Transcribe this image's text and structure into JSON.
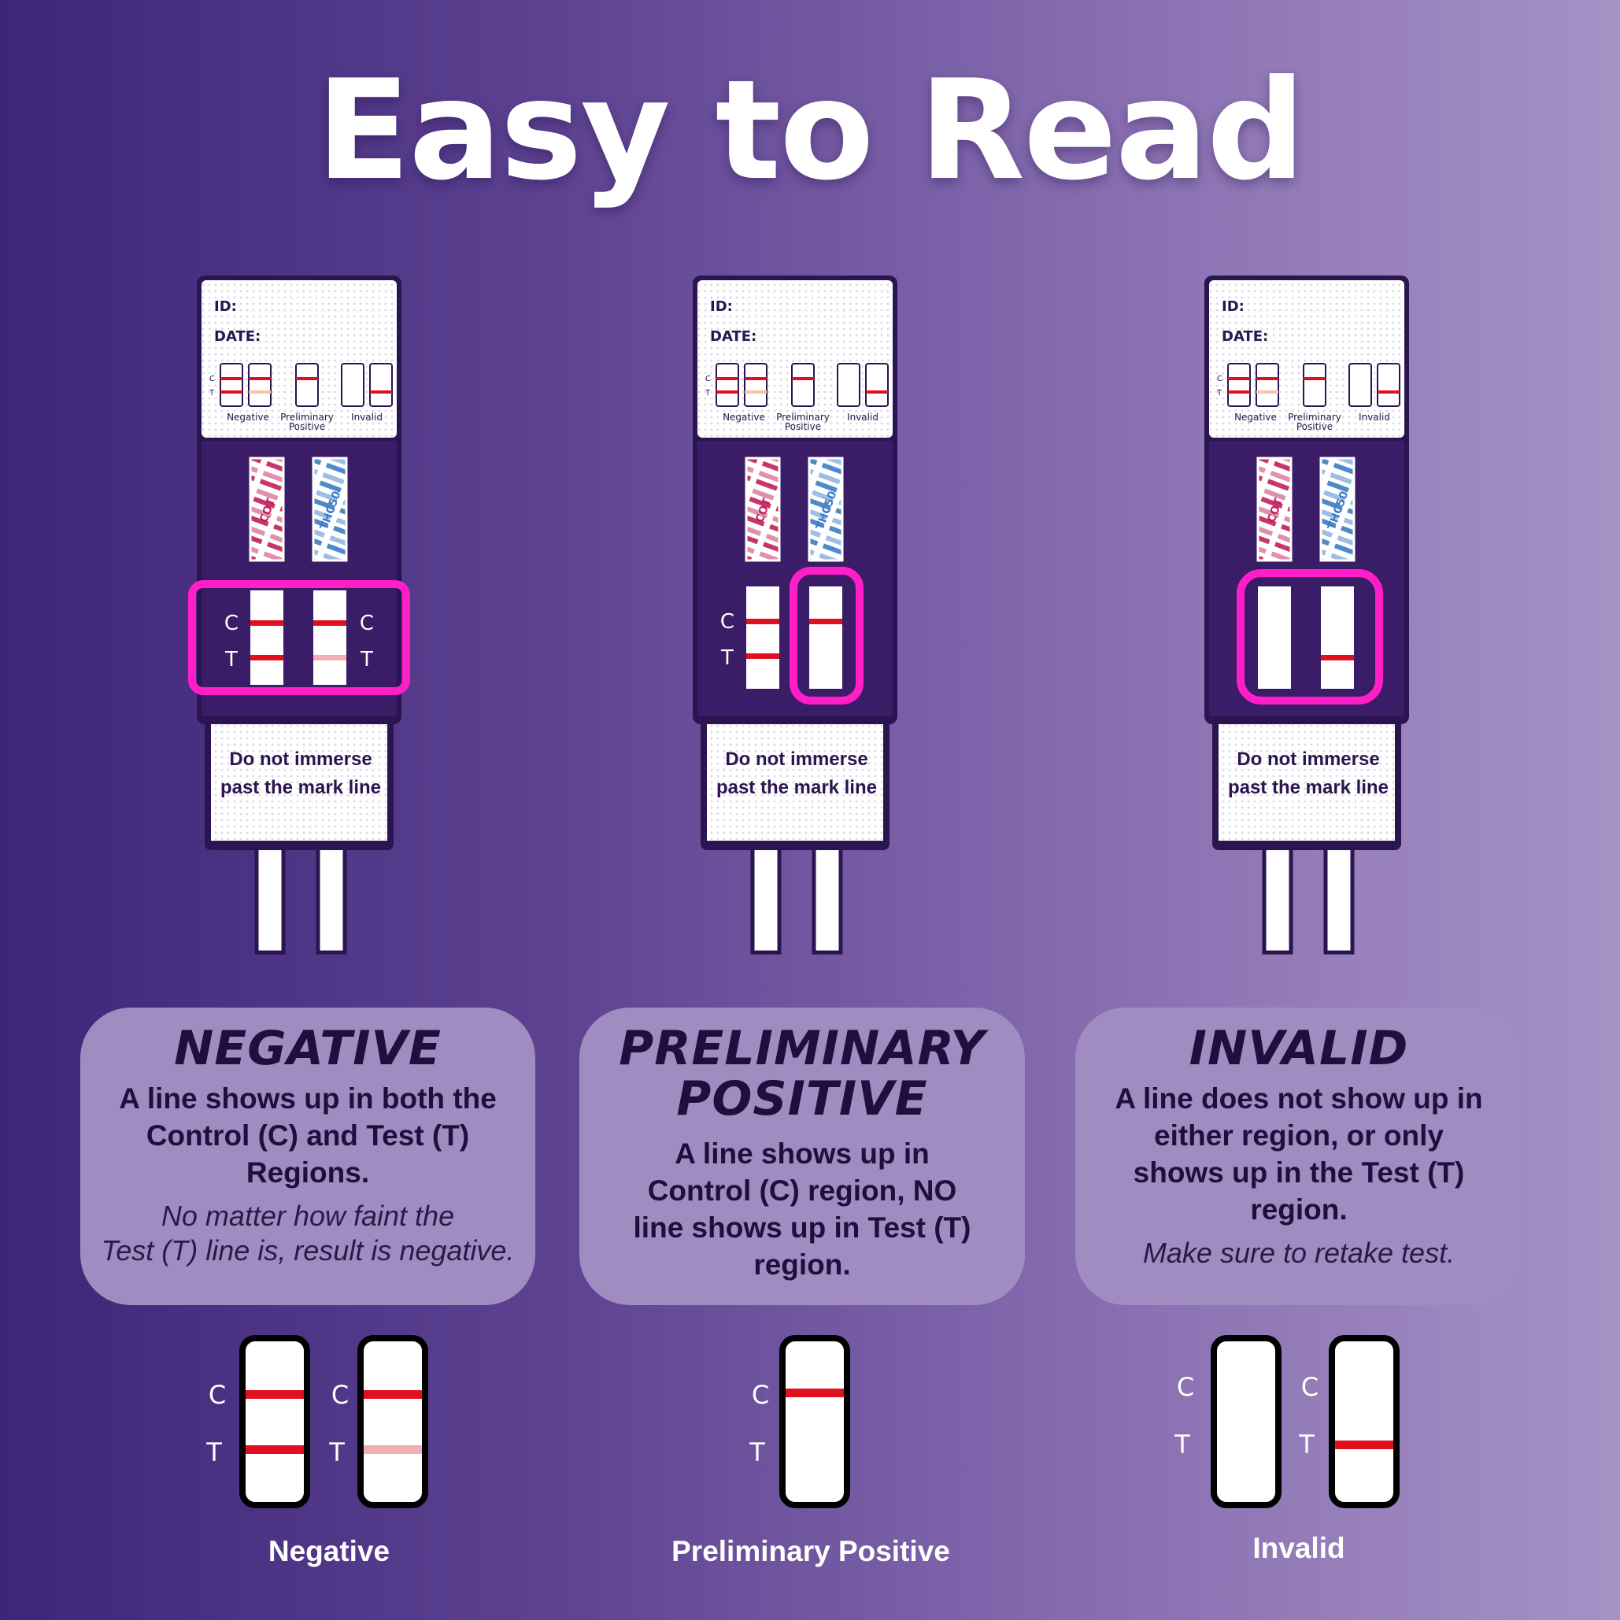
{
  "title": "Easy to Read",
  "colors": {
    "control_line": "#e0101e",
    "faint_line": "#f2aeb4",
    "highlight": "#ff1ec8",
    "device_dark": "#3a1d66"
  },
  "device": {
    "id_label": "ID:",
    "date_label": "DATE:",
    "key_c": "C",
    "key_t": "T",
    "key_negative": "Negative",
    "key_preliminary_1": "Preliminary",
    "key_preliminary_2": "Positive",
    "key_invalid": "Invalid",
    "strip1_text": "COT",
    "strip2_text": "THC50",
    "window_c": "C",
    "window_t": "T",
    "warning_1": "Do not immerse",
    "warning_2": "past the mark line"
  },
  "cards": [
    {
      "title": "NEGATIVE",
      "text_lines": [
        "A line shows up in both the",
        "Control (C) and Test (T)",
        "Regions."
      ],
      "note_lines": [
        "No matter how faint the",
        "Test (T) line is, result is negative."
      ]
    },
    {
      "title_lines": [
        "PRELIMINARY",
        "POSITIVE"
      ],
      "text_lines": [
        "A line shows up in",
        "Control (C) region, NO",
        "line shows up in Test (T)",
        "region."
      ]
    },
    {
      "title": "INVALID",
      "text_lines": [
        "A line does not show up in",
        "either region, or only",
        "shows up in the Test (T)",
        "region."
      ],
      "note_lines": [
        "Make sure to retake test."
      ]
    }
  ],
  "results": {
    "c": "C",
    "t": "T",
    "captions": [
      "Negative",
      "Preliminary Positive",
      "Invalid"
    ]
  }
}
